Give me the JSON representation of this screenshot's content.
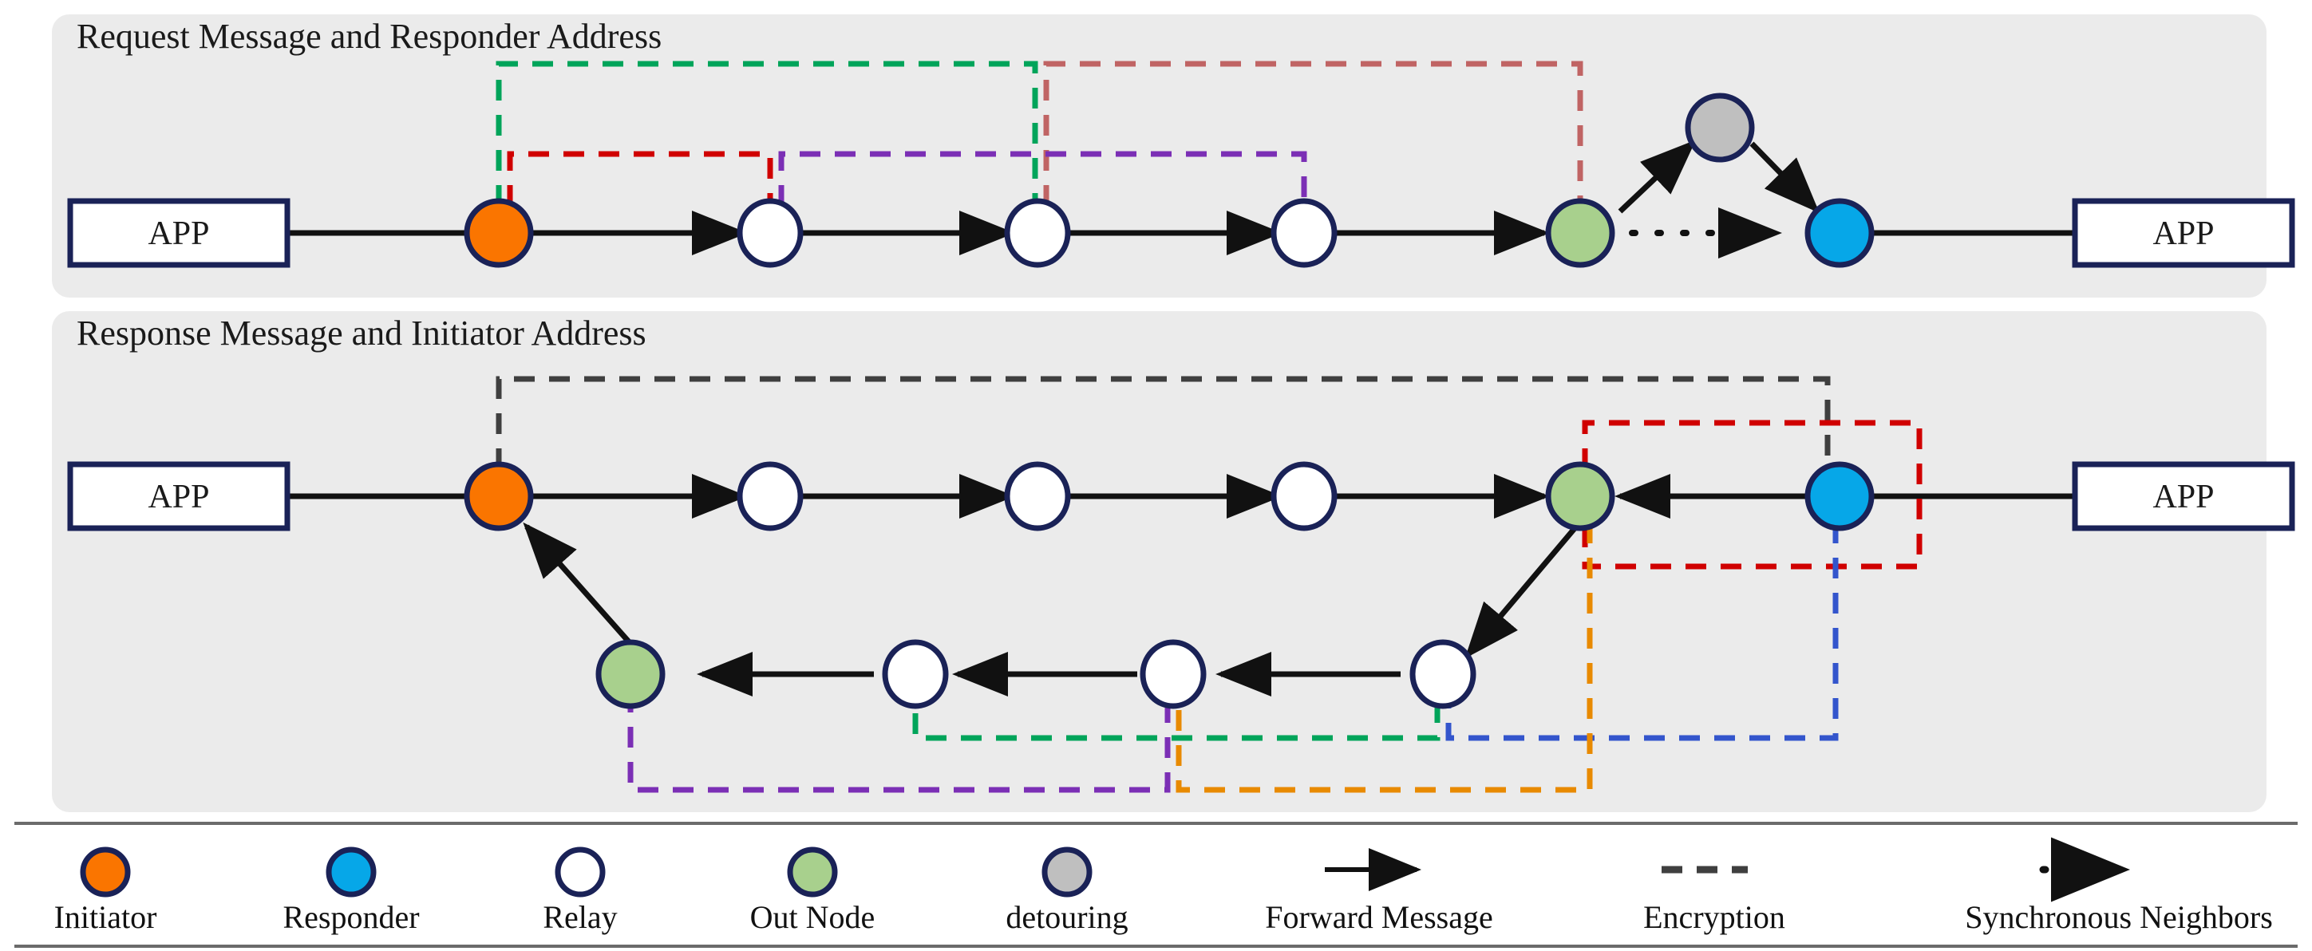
{
  "figure": {
    "background": "#ffffff",
    "panel_background": "#ebebeb",
    "node_stroke": "#1a2257",
    "line_color": "#111111"
  },
  "panels": [
    {
      "id": "request",
      "title": "Request Message and Responder Address",
      "app_left_label": "APP",
      "app_right_label": "APP",
      "nodes": [
        {
          "name": "initiator",
          "role": "Initiator",
          "color": "#fa7500"
        },
        {
          "name": "relay-1",
          "role": "Relay",
          "color": "#ffffff"
        },
        {
          "name": "relay-2",
          "role": "Relay",
          "color": "#ffffff"
        },
        {
          "name": "relay-3",
          "role": "Relay",
          "color": "#ffffff"
        },
        {
          "name": "out-node",
          "role": "Out Node",
          "color": "#a8d08d"
        },
        {
          "name": "detouring",
          "role": "detouring",
          "color": "#bfbfbf"
        },
        {
          "name": "responder",
          "role": "Responder",
          "color": "#06a7e8"
        }
      ],
      "encryption_links": [
        {
          "name": "green-link",
          "color": "#00a45a",
          "from": "initiator",
          "to": "relay-2"
        },
        {
          "name": "salmon-link",
          "color": "#c06464",
          "from": "relay-2",
          "to": "out-node"
        },
        {
          "name": "red-link",
          "color": "#d00000",
          "from": "initiator",
          "to": "relay-1"
        },
        {
          "name": "purple-link",
          "color": "#7b2fb5",
          "from": "relay-1",
          "to": "relay-3"
        }
      ]
    },
    {
      "id": "response",
      "title": "Response Message and Initiator Address",
      "app_left_label": "APP",
      "app_right_label": "APP",
      "nodes_top": [
        {
          "name": "initiator",
          "role": "Initiator",
          "color": "#fa7500"
        },
        {
          "name": "relay-1",
          "role": "Relay",
          "color": "#ffffff"
        },
        {
          "name": "relay-2",
          "role": "Relay",
          "color": "#ffffff"
        },
        {
          "name": "relay-3",
          "role": "Relay",
          "color": "#ffffff"
        },
        {
          "name": "out-node",
          "role": "Out Node",
          "color": "#a8d08d"
        },
        {
          "name": "responder",
          "role": "Responder",
          "color": "#06a7e8"
        }
      ],
      "nodes_bottom": [
        {
          "name": "out-node-return",
          "role": "Out Node",
          "color": "#a8d08d"
        },
        {
          "name": "relay-r1",
          "role": "Relay",
          "color": "#ffffff"
        },
        {
          "name": "relay-r2",
          "role": "Relay",
          "color": "#ffffff"
        },
        {
          "name": "relay-r3",
          "role": "Relay",
          "color": "#ffffff"
        }
      ],
      "encryption_links": [
        {
          "name": "dark-link",
          "color": "#3f3f3f",
          "from": "initiator",
          "to": "responder"
        },
        {
          "name": "red-link",
          "color": "#d00000",
          "from": "out-node",
          "to": "responder"
        },
        {
          "name": "blue-link",
          "color": "#3355cc",
          "from": "relay-r3",
          "to": "responder"
        },
        {
          "name": "orange-link",
          "color": "#e88a00",
          "from": "relay-r2",
          "to": "out-node"
        },
        {
          "name": "green-link",
          "color": "#00a45a",
          "from": "relay-r1",
          "to": "relay-r3"
        },
        {
          "name": "purple-link",
          "color": "#7b2fb5",
          "from": "out-node-return",
          "to": "relay-r2"
        }
      ]
    }
  ],
  "legend": {
    "items": [
      {
        "name": "legend-initiator",
        "glyph": "ellipse-filled",
        "color": "#fa7500",
        "label": "Initiator"
      },
      {
        "name": "legend-responder",
        "glyph": "ellipse-filled",
        "color": "#06a7e8",
        "label": "Responder"
      },
      {
        "name": "legend-relay",
        "glyph": "ellipse-filled",
        "color": "#ffffff",
        "label": "Relay"
      },
      {
        "name": "legend-out-node",
        "glyph": "ellipse-filled",
        "color": "#a8d08d",
        "label": "Out Node"
      },
      {
        "name": "legend-detouring",
        "glyph": "ellipse-filled",
        "color": "#bfbfbf",
        "label": "detouring"
      },
      {
        "name": "legend-forward",
        "glyph": "solid-arrow",
        "color": "#111111",
        "label": "Forward Message"
      },
      {
        "name": "legend-encryption",
        "glyph": "dashed-line",
        "color": "#3f3f3f",
        "label": "Encryption"
      },
      {
        "name": "legend-sync",
        "glyph": "dotted-arrow",
        "color": "#111111",
        "label": "Synchronous Neighbors"
      }
    ]
  }
}
